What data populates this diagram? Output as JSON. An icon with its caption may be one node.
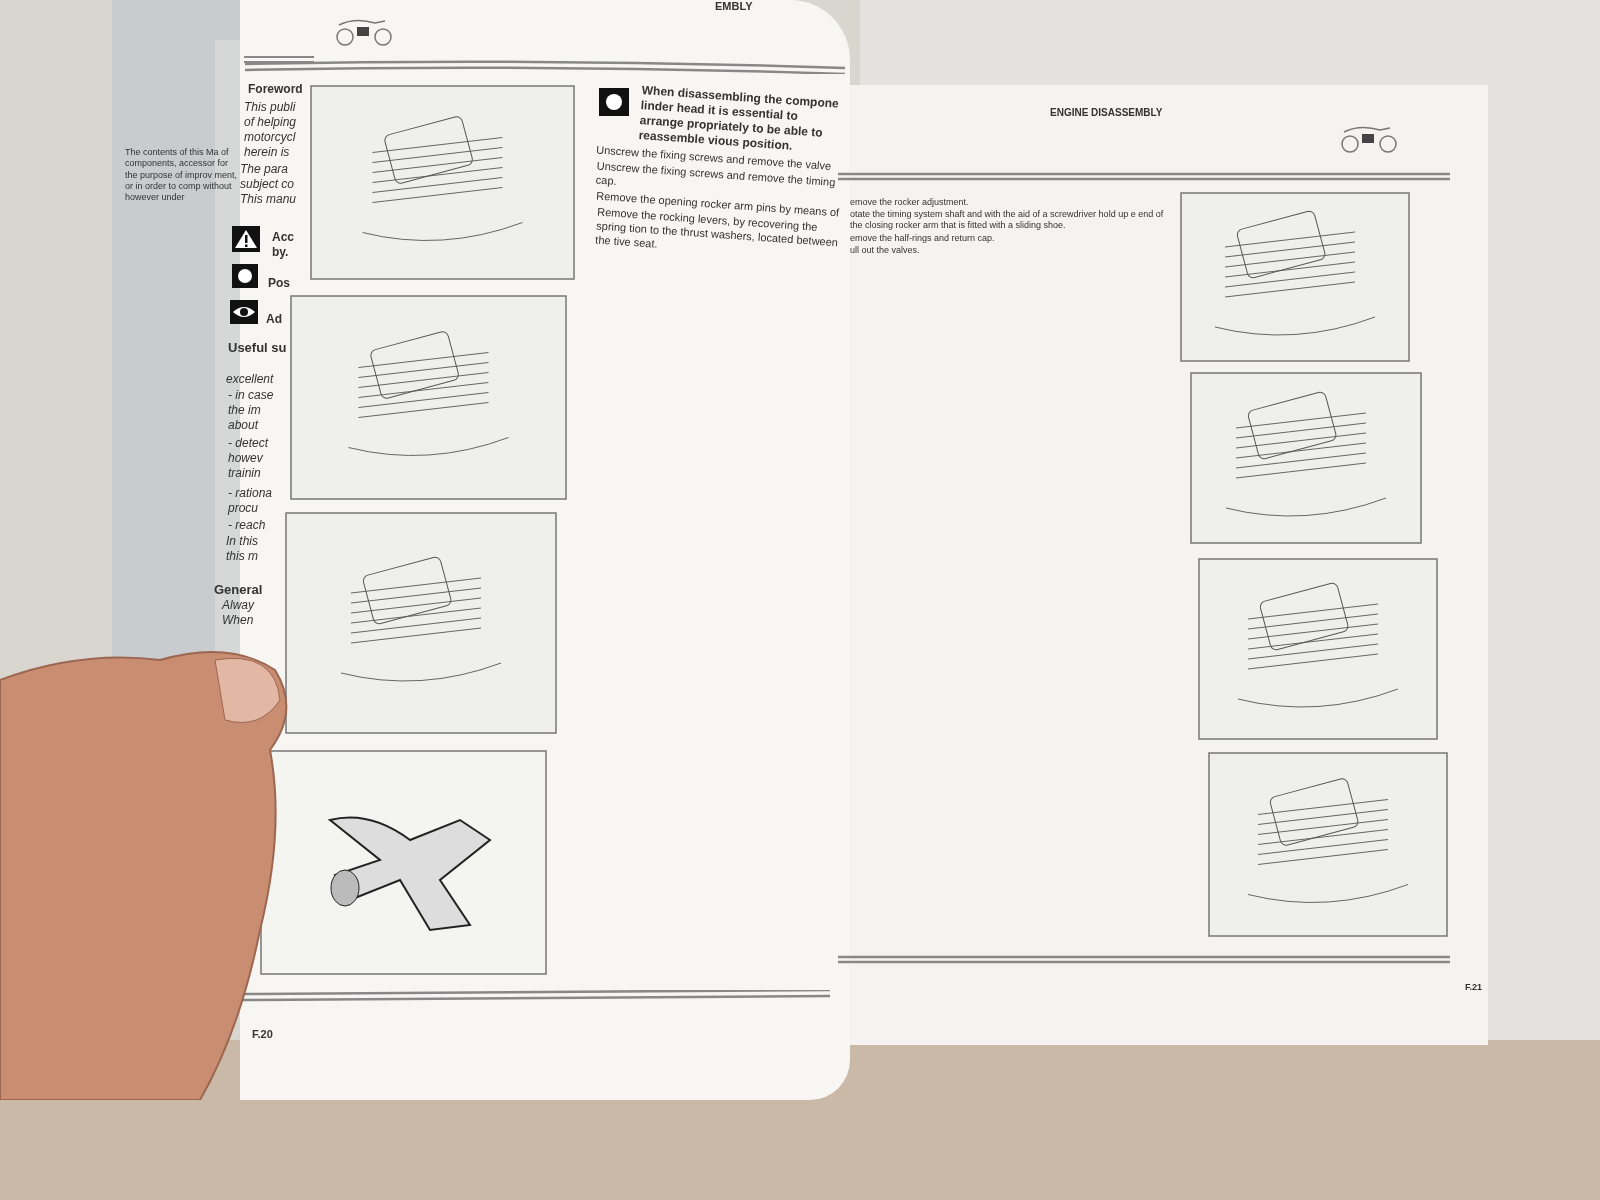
{
  "diagram": {
    "labels": [
      "The contents of this Ma of components, accessor for the purpose of improv ment, or in order to comp without however under",
      "Foreword",
      "This publi of helping motorcycl herein is",
      "The para subject co This manu",
      "Acc by.",
      "Pos",
      "Ad",
      "Useful su",
      "excellent",
      "- in case the im about",
      "- detect howev trainin",
      "- rationa procu",
      "- reach",
      "In this this m",
      "General",
      "Alway When",
      "EMBLY",
      "When disassembling the compone linder head it is essential to arrange propriately to be able to reassemble vious position.",
      "Unscrew the fixing screws and remove the valve",
      "Unscrew the fixing screws and remove the timing cap.",
      "Remove the opening rocker arm pins by means of",
      "Remove the rocking levers, by recovering the spring tion to the thrust washers, located between the tive seat.",
      "F.20",
      "ENGINE DISASSEMBLY",
      "emove the rocker adjustment.",
      "otate the timing system shaft and with the aid of a screwdriver hold up e end of the closing rocker arm that is fitted with a sliding shoe.",
      "emove the half-rings and return cap.",
      "ull out the valves.",
      "F.21"
    ]
  }
}
